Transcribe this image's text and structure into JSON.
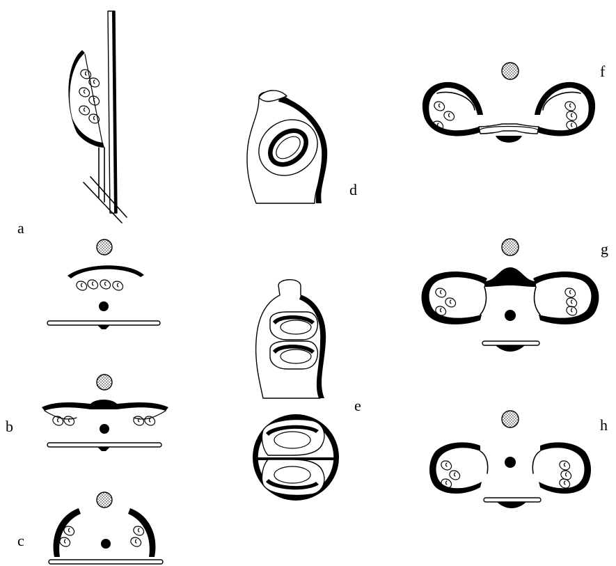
{
  "panels": {
    "a": {
      "label": "a"
    },
    "b": {
      "label": "b"
    },
    "c": {
      "label": "c"
    },
    "d": {
      "label": "d"
    },
    "e": {
      "label": "e"
    },
    "f": {
      "label": "f"
    },
    "g": {
      "label": "g"
    },
    "h": {
      "label": "h"
    }
  }
}
